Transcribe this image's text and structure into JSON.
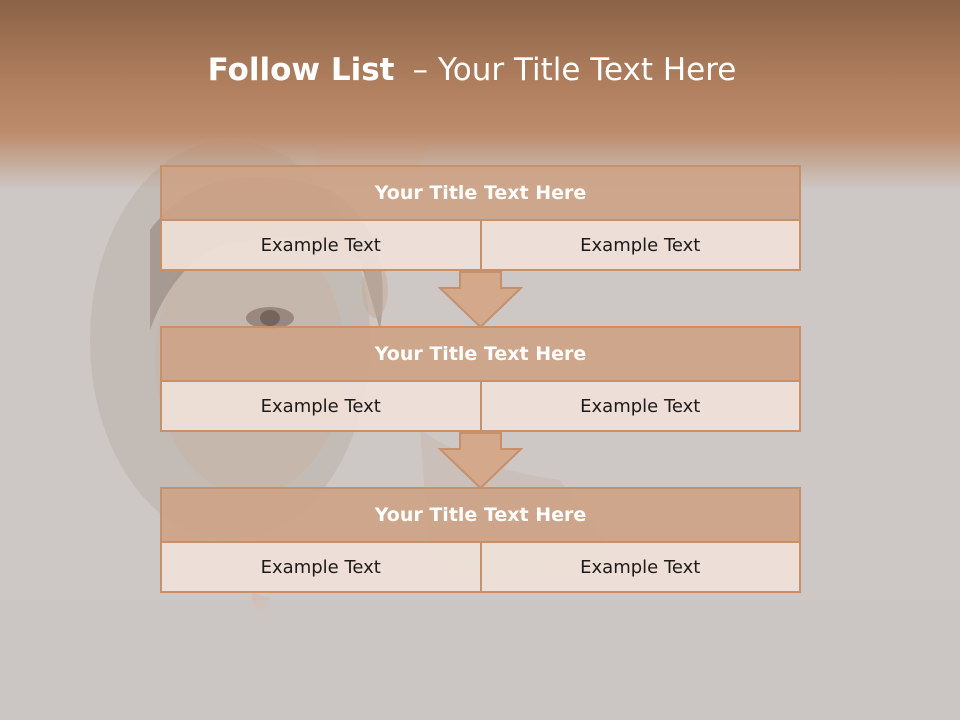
{
  "slide": {
    "title_bold": "Follow List",
    "title_separator": "–",
    "title_rest": "Your Title Text Here"
  },
  "blocks": [
    {
      "title": "Your Title Text Here",
      "left": "Example Text",
      "right": "Example Text"
    },
    {
      "title": "Your Title Text Here",
      "left": "Example Text",
      "right": "Example Text"
    },
    {
      "title": "Your Title Text Here",
      "left": "Example Text",
      "right": "Example Text"
    }
  ],
  "colors": {
    "header": "#a97a5a",
    "block_title_fill": "#cda387",
    "block_row_fill": "#efe1d8",
    "border": "#c6906b",
    "arrow_fill": "#d4a98b"
  },
  "background_image": "faded photo of a smiling woman peeking from behind a frame"
}
